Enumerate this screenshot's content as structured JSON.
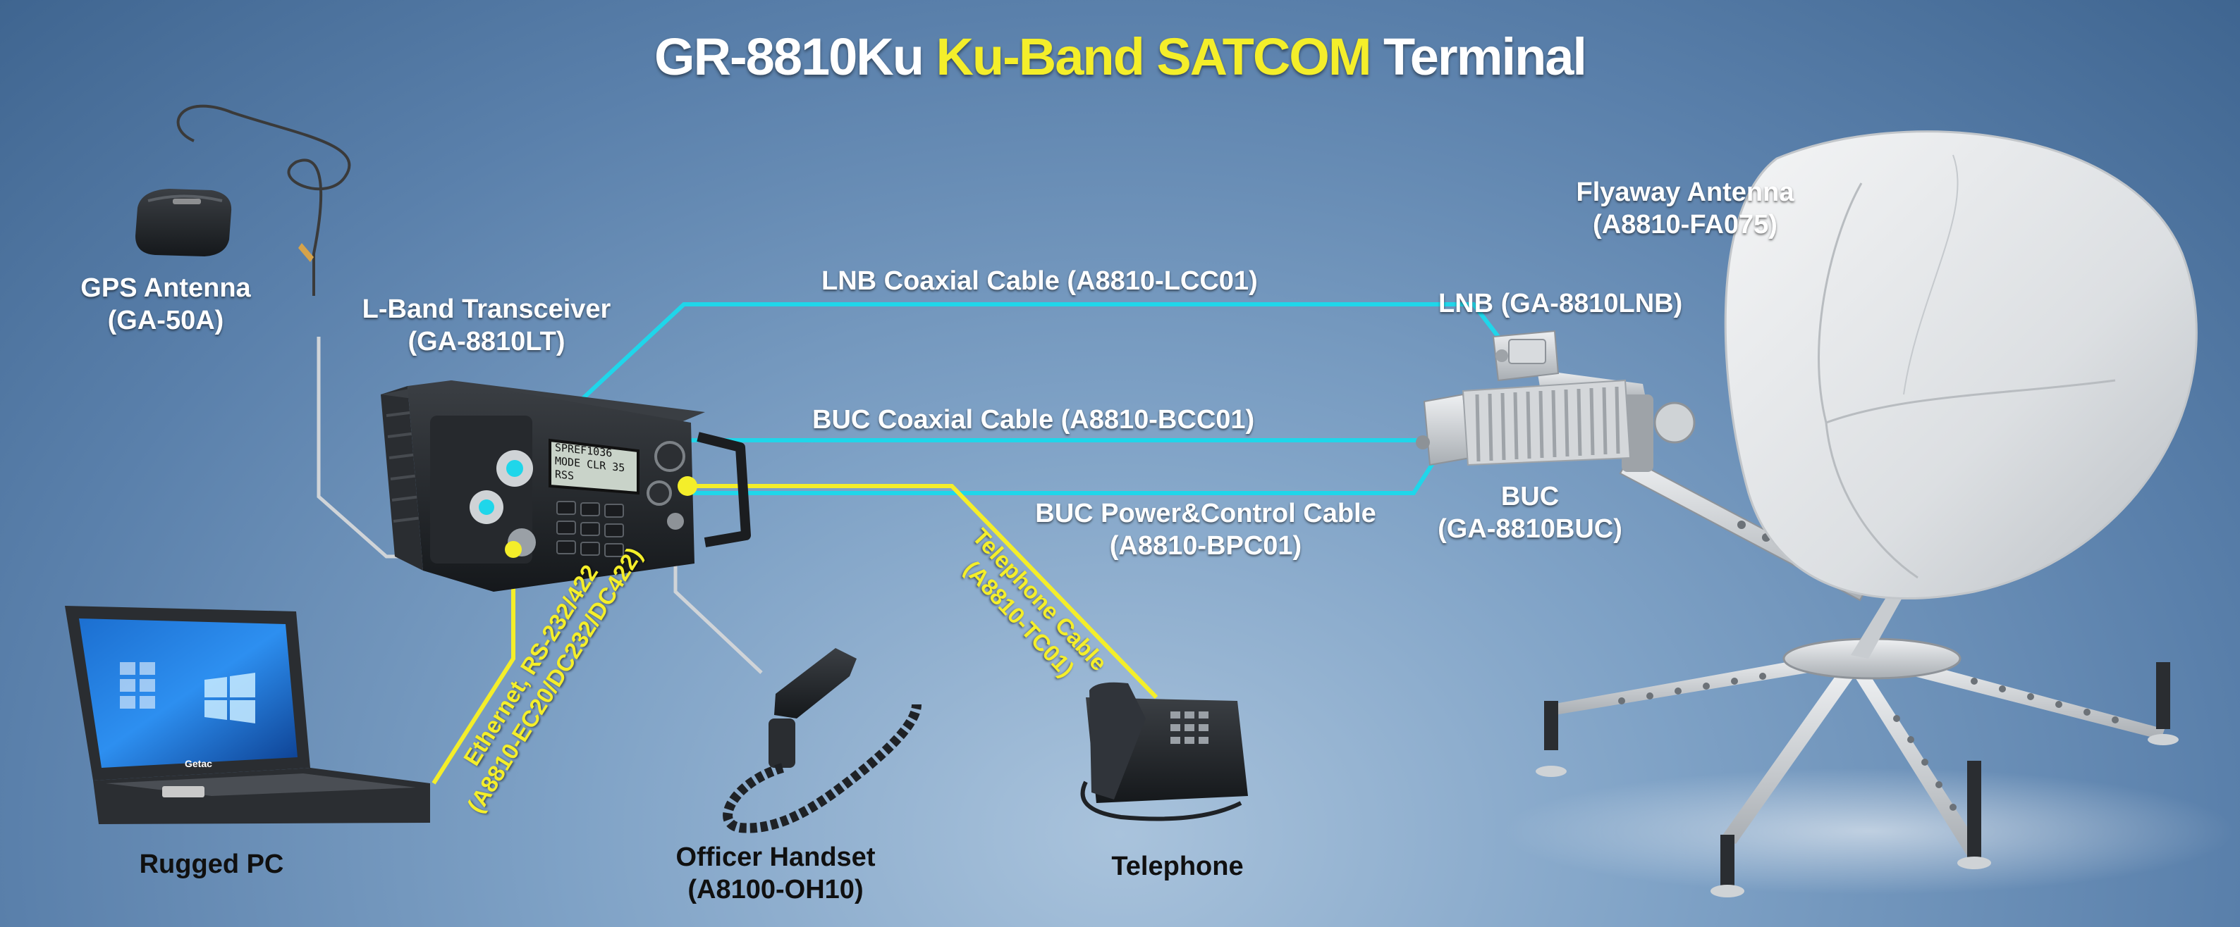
{
  "title": {
    "prefix": "GR-8810Ku",
    "highlight": "Ku-Band SATCOM",
    "suffix": "Terminal"
  },
  "equipment": {
    "gps_antenna": {
      "name": "GPS Antenna",
      "model": "(GA-50A)"
    },
    "transceiver": {
      "name": "L-Band Transceiver",
      "model": "(GA-8810LT)",
      "screen_line1": "SPREF1036",
      "screen_line2": "MODE CLR 35 RSS"
    },
    "flyaway_antenna": {
      "name": "Flyaway Antenna",
      "model": "(A8810-FA075)"
    },
    "lnb": {
      "name": "LNB (GA-8810LNB)"
    },
    "buc": {
      "name": "BUC",
      "model": "(GA-8810BUC)"
    },
    "rugged_pc": {
      "name": "Rugged PC",
      "brand": "Getac"
    },
    "officer_handset": {
      "name": "Officer Handset",
      "model": "(A8100-OH10)"
    },
    "telephone": {
      "name": "Telephone"
    }
  },
  "cables": {
    "lnb": "LNB Coaxial Cable (A8810-LCC01)",
    "buc": "BUC Coaxial Cable (A8810-BCC01)",
    "buc_power": {
      "line1": "BUC Power&Control Cable",
      "line2": "(A8810-BPC01)"
    },
    "ethernet": {
      "line1": "Ethernet, RS-232/422",
      "line2": "(A8810-EC20/DC232/DC422)"
    },
    "telephone": {
      "line1": "Telephone Cable",
      "line2": "(A8810-TC01)"
    }
  },
  "colors": {
    "coax": "#1fd6ea",
    "yellow_cable": "#f4ee2a",
    "grey_cable": "#d0d4d8",
    "title_highlight": "#f4ee2a"
  }
}
